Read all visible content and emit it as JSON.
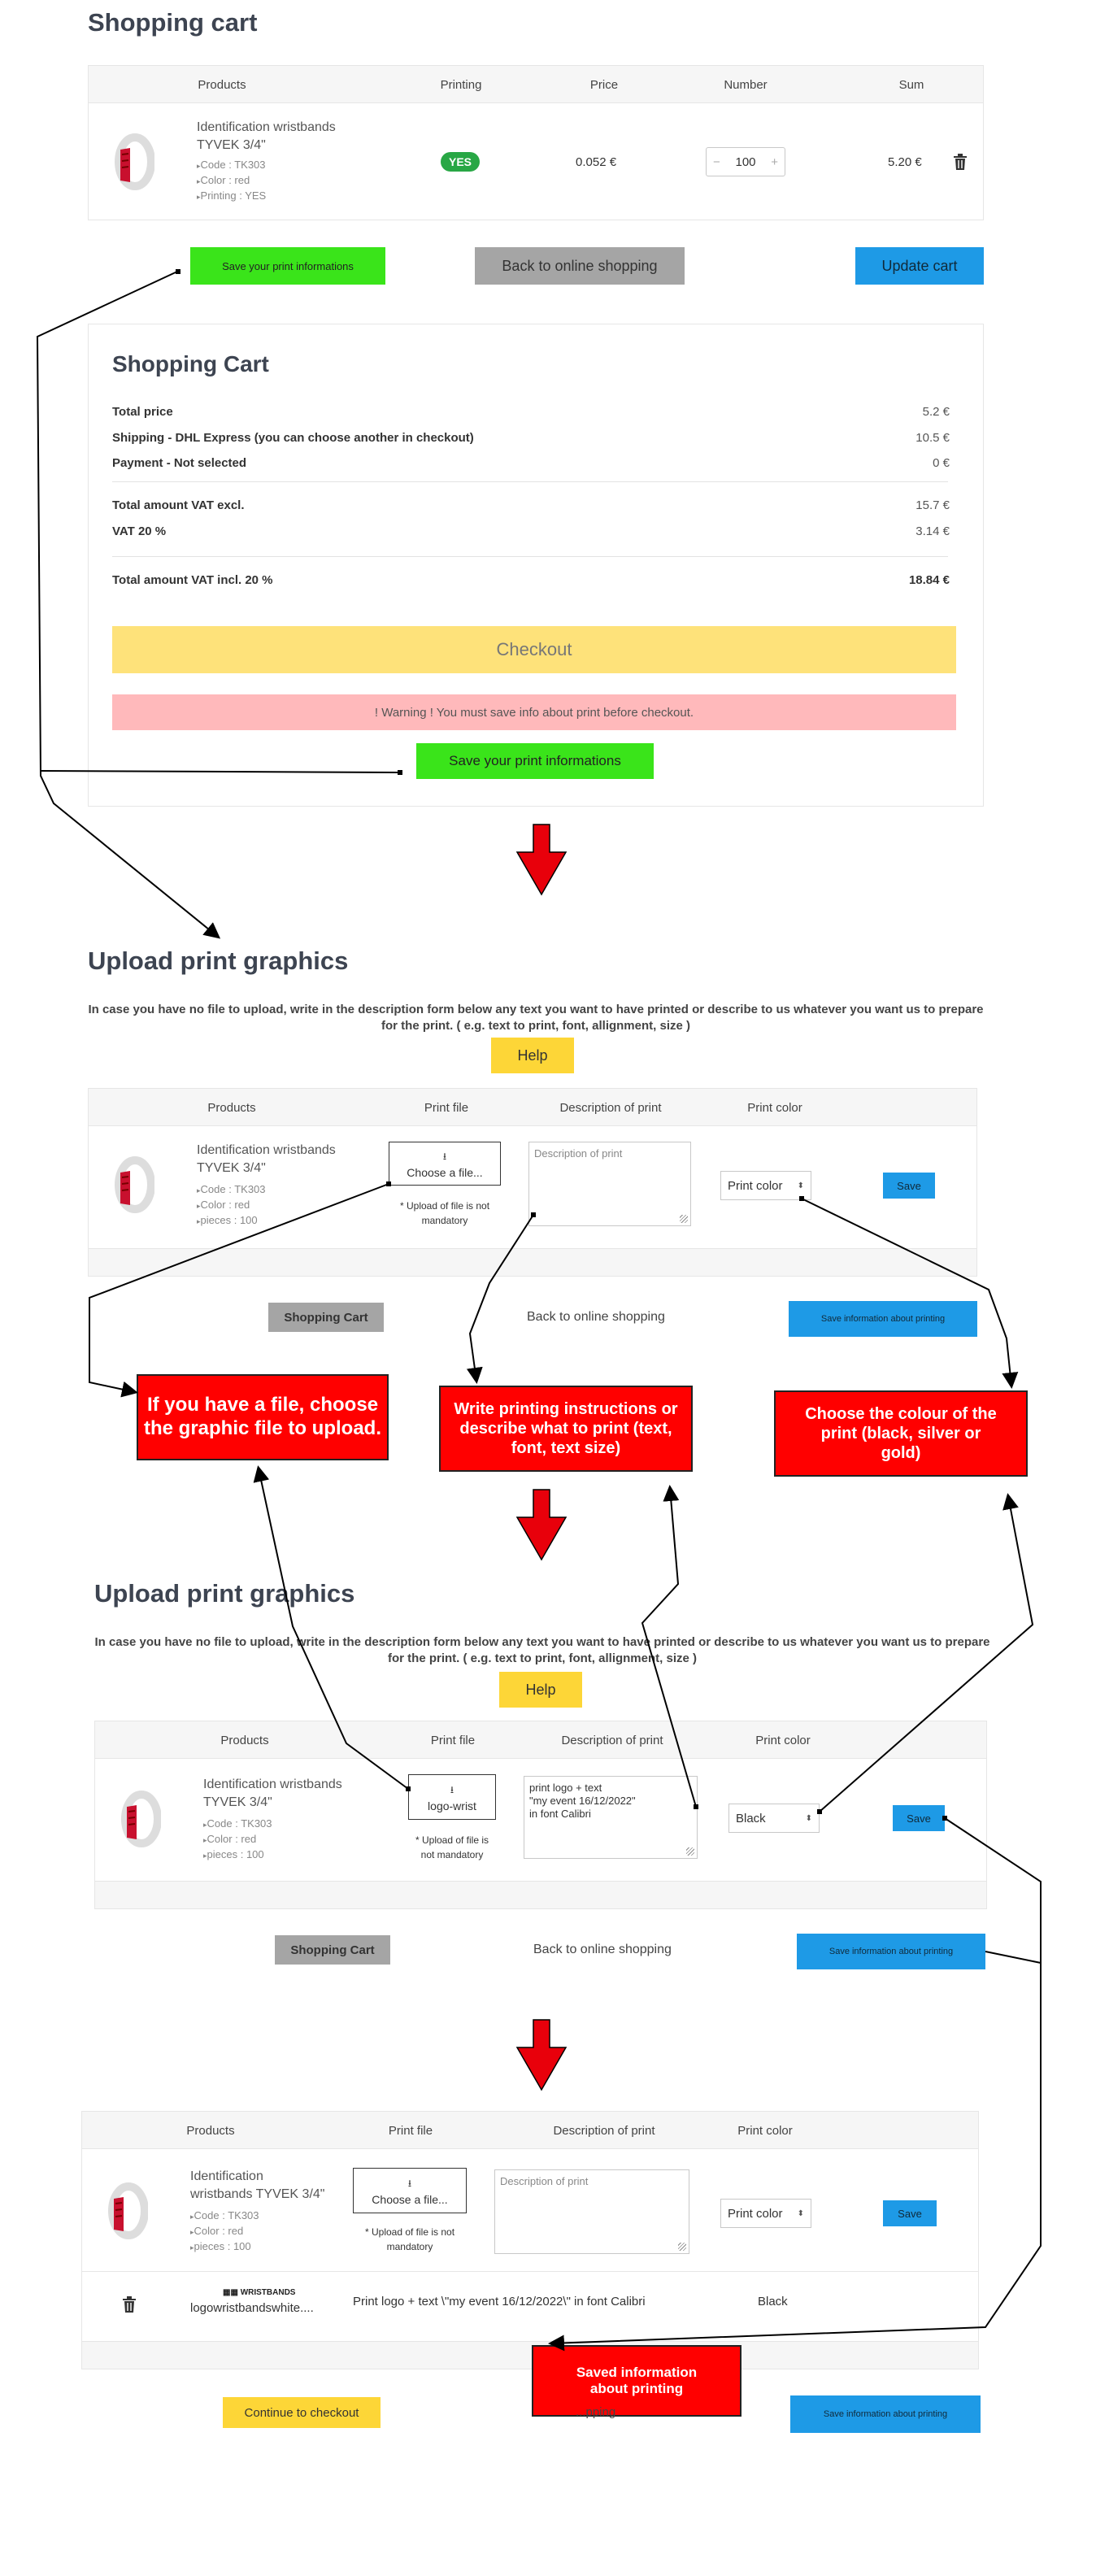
{
  "cart": {
    "title": "Shopping cart",
    "headers": [
      "Products",
      "Printing",
      "Price",
      "Number",
      "Sum"
    ],
    "item": {
      "name_line1": "Identification wristbands",
      "name_line2": "TYVEK 3/4\"",
      "code": "Code : TK303",
      "color": "Color : red",
      "printing": "Printing : YES",
      "printing_badge": "YES",
      "price": "0.052 €",
      "qty": "100",
      "qty_minus": "−",
      "qty_plus": "+",
      "sum": "5.20 €"
    },
    "save_print_small": "Save your print informations",
    "back_label": "Back to online shopping",
    "update_label": "Update cart"
  },
  "summary": {
    "title": "Shopping Cart",
    "total_price_label": "Total price",
    "total_price": "5.2 €",
    "shipping_label": "Shipping - DHL Express (you can choose another in checkout)",
    "shipping": "10.5 €",
    "payment_label": "Payment - Not selected",
    "payment": "0 €",
    "vat_excl_label": "Total amount VAT excl.",
    "vat_excl": "15.7 €",
    "vat_label": "VAT 20 %",
    "vat": "3.14 €",
    "vat_incl_label": "Total amount VAT incl. 20 %",
    "vat_incl": "18.84 €",
    "checkout_label": "Checkout",
    "warning": "! Warning ! You must save info about print before checkout.",
    "save_print_label": "Save your print informations"
  },
  "upload": {
    "title": "Upload print graphics",
    "intro_line1": "In case you have no file to upload, write in the description form below any text you want to have printed or describe to us whatever you want us to prepare",
    "intro_line2": "for the print. ( e.g. text to print, font, allignment, size )",
    "help_label": "Help",
    "headers": [
      "Products",
      "Print file",
      "Description of print",
      "Print color"
    ],
    "item_name_line1": "Identification wristbands",
    "item_name_line2": "TYVEK 3/4\"",
    "item_code": "Code : TK303",
    "item_color": "Color : red",
    "item_pieces": "pieces : 100",
    "choose_file": "Choose a file...",
    "upload_note_line1": "* Upload of file is not",
    "upload_note_line2": "mandatory",
    "desc_placeholder": "Description of print",
    "color_placeholder": "Print color",
    "save_label": "Save",
    "shopping_cart_label": "Shopping Cart",
    "back_label": "Back to online shopping",
    "save_info_label": "Save information about printing"
  },
  "upload2": {
    "file_name": "logo-wrist",
    "upload_note_line1": "* Upload of file is",
    "upload_note_line2": "not mandatory",
    "desc_value_line1": "print logo + text",
    "desc_value_line2": "\"my event 16/12/2022\"",
    "desc_value_line3": "in font Calibri",
    "color_value": "Black"
  },
  "upload3": {
    "item_name_line1": "Identification",
    "item_name_line2": "wristbands TYVEK 3/4\"",
    "upload_note_line1": "* Upload of file is not",
    "upload_note_line2": "mandatory",
    "saved_logo_text": "WRISTBANDS",
    "saved_file": "logowristbandswhite....",
    "saved_desc": "Print logo + text \\\"my event 16/12/2022\\\" in font Calibri",
    "saved_color": "Black",
    "continue_label": "Continue to checkout",
    "hidden_text": "...pping"
  },
  "callouts": {
    "file": "If you have a file, choose the graphic file to upload.",
    "desc": "Write printing instructions or describe what to print (text, font, text size)",
    "color": "Choose the colour of the print (black, silver or gold)",
    "saved": "Saved information about printing"
  },
  "colors": {
    "green": "#3ae41a",
    "blue": "#1e9ae6",
    "yellow": "#fdd637",
    "gray": "#a5a5a5",
    "red": "#ff0000",
    "checkout": "#fee27a",
    "warning": "#ffb9bb"
  },
  "icons": [
    "trash-icon",
    "upload-icon",
    "wristband-icon",
    "down-arrow-icon",
    "select-caret-icon"
  ]
}
